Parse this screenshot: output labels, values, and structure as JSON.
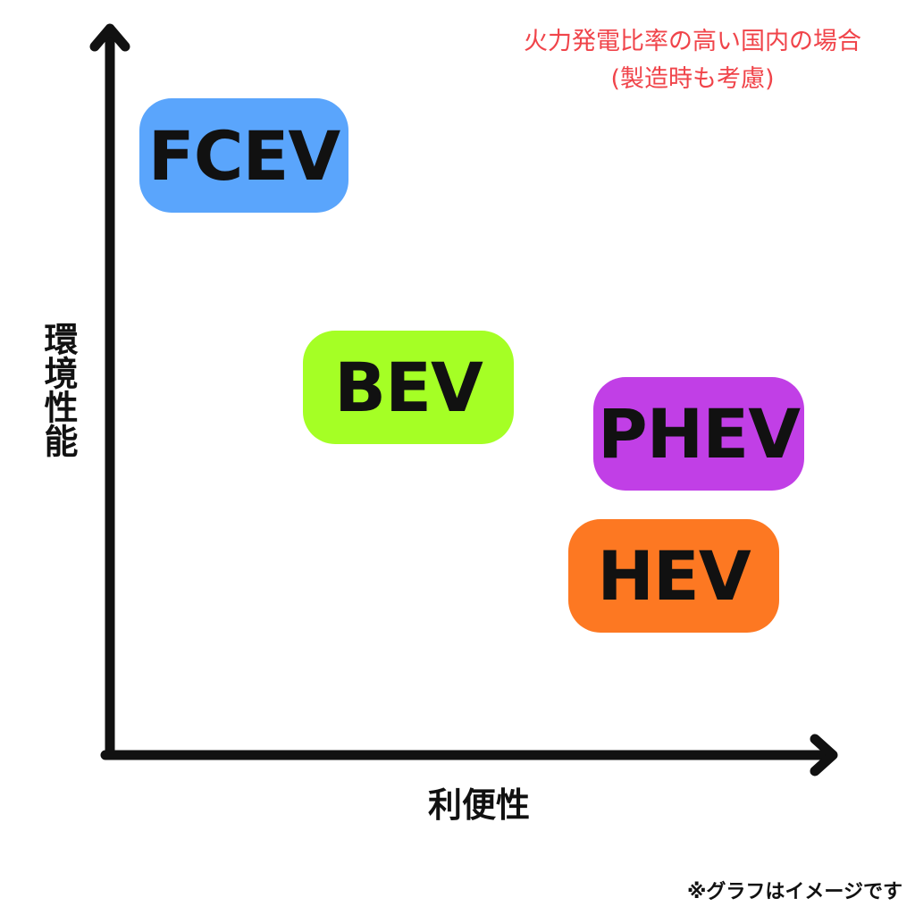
{
  "note": {
    "line1": "火力発電比率の高い国内の場合",
    "line2": "(製造時も考慮)",
    "color": "#f0444a"
  },
  "axes": {
    "y_label": "環境性能",
    "x_label": "利便性"
  },
  "items": [
    {
      "label": "FCEV",
      "color": "#5aa5fc"
    },
    {
      "label": "BEV",
      "color": "#a5ff25"
    },
    {
      "label": "PHEV",
      "color": "#c13fe6"
    },
    {
      "label": "HEV",
      "color": "#fd7822"
    }
  ],
  "footnote": "※グラフはイメージです"
}
